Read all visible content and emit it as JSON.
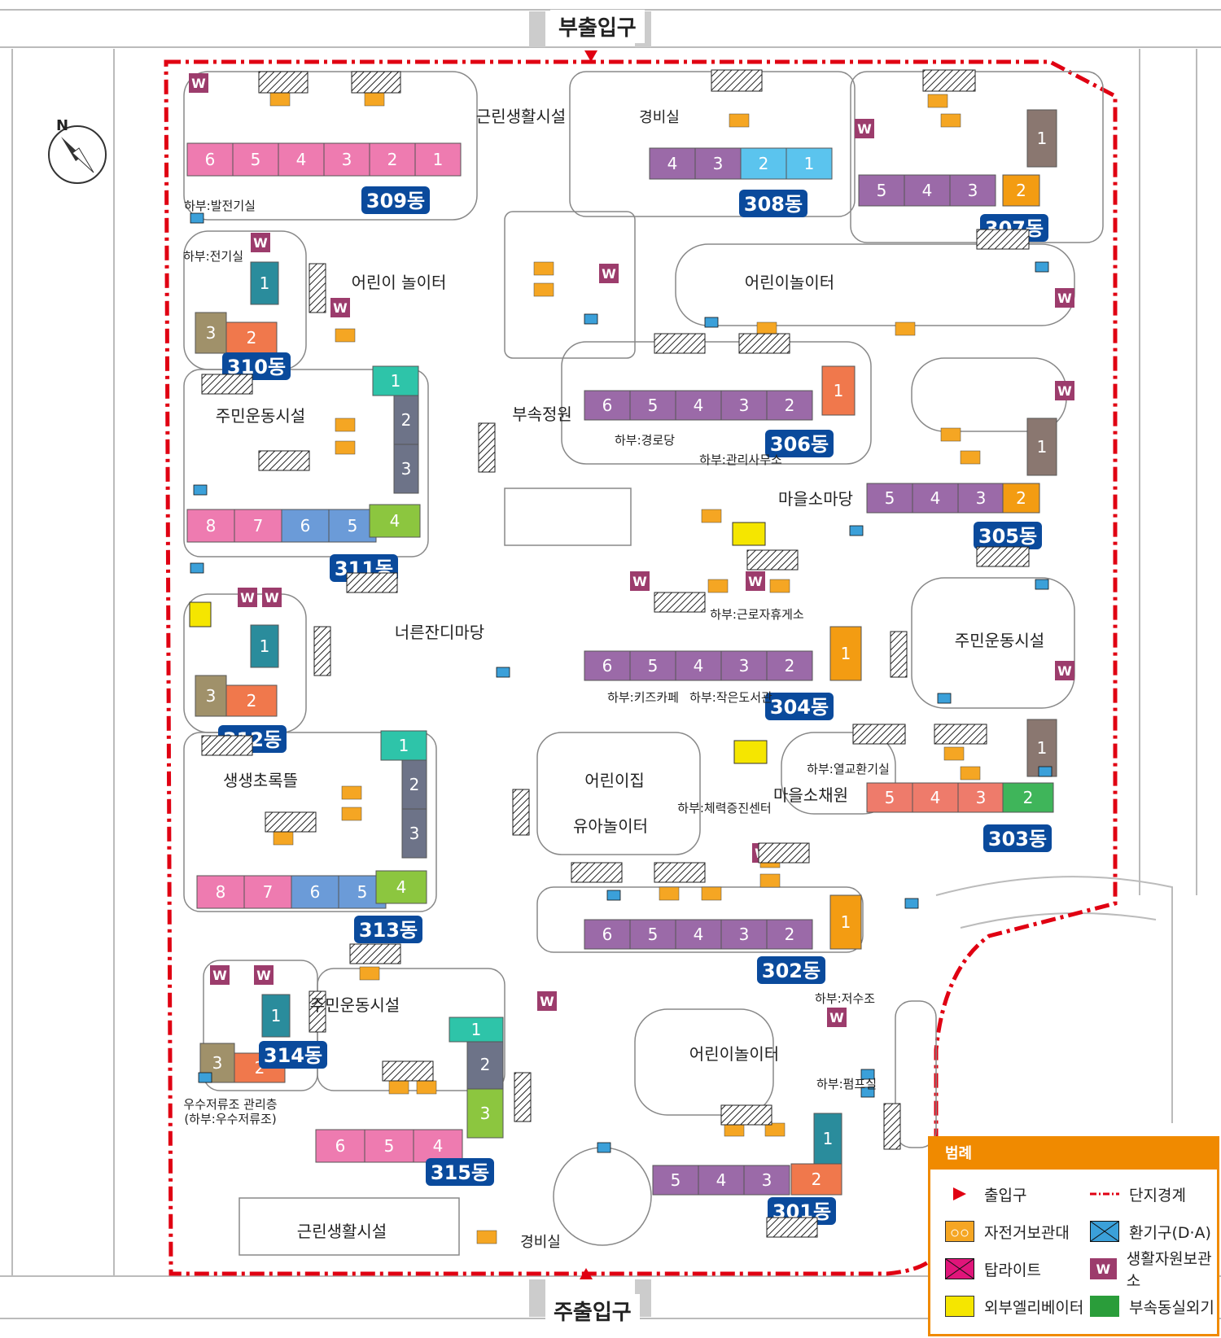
{
  "gates": {
    "north": "부출입구",
    "south": "주출입구"
  },
  "compass": "N",
  "colors": {
    "boundary": "#e00012",
    "pink": "#ee7bb0",
    "purple": "#9b6aa8",
    "blue": "#6b9bd8",
    "lightblue": "#5bc4ee",
    "teal": "#2a8c9c",
    "gray": "#6d7388",
    "olive": "#a0916a",
    "orange_unit": "#f0784c",
    "yellow_unit": "#f39c12",
    "lime": "#8cc63f",
    "mint": "#2ec4a9",
    "brown": "#8a7770",
    "salmon": "#ee7b6b",
    "green": "#3fb55a",
    "label_bg": "#0a4a9c"
  },
  "buildings": [
    {
      "name": "309동",
      "units": [
        "6",
        "5",
        "4",
        "3",
        "2",
        "1"
      ]
    },
    {
      "name": "308동",
      "units": [
        "4",
        "3",
        "2",
        "1"
      ]
    },
    {
      "name": "307동",
      "units": [
        "5",
        "4",
        "3",
        "2",
        "1"
      ]
    },
    {
      "name": "310동",
      "units": [
        "1",
        "2",
        "3"
      ]
    },
    {
      "name": "311동",
      "units": [
        "8",
        "7",
        "6",
        "5",
        "4",
        "1",
        "2",
        "3"
      ]
    },
    {
      "name": "306동",
      "units": [
        "6",
        "5",
        "4",
        "3",
        "2",
        "1"
      ]
    },
    {
      "name": "305동",
      "units": [
        "5",
        "4",
        "3",
        "2",
        "1"
      ]
    },
    {
      "name": "312동",
      "units": [
        "1",
        "2",
        "3"
      ]
    },
    {
      "name": "304동",
      "units": [
        "6",
        "5",
        "4",
        "3",
        "2",
        "1"
      ]
    },
    {
      "name": "303동",
      "units": [
        "5",
        "4",
        "3",
        "2",
        "1"
      ]
    },
    {
      "name": "313동",
      "units": [
        "8",
        "7",
        "6",
        "5",
        "4",
        "1",
        "2",
        "3"
      ]
    },
    {
      "name": "302동",
      "units": [
        "6",
        "5",
        "4",
        "3",
        "2",
        "1"
      ]
    },
    {
      "name": "314동",
      "units": [
        "1",
        "2",
        "3"
      ]
    },
    {
      "name": "315동",
      "units": [
        "6",
        "5",
        "4",
        "3",
        "2",
        "1"
      ]
    },
    {
      "name": "301동",
      "units": [
        "5",
        "4",
        "3",
        "2",
        "1"
      ]
    }
  ],
  "places": [
    "근린생활시설",
    "경비실",
    "어린이놀이터",
    "어린이 놀이터",
    "주민운동시설",
    "부속정원",
    "하부:경로당",
    "하부:관리사무소",
    "마을소마당",
    "너른잔디마당",
    "하부:근로자휴게소",
    "하부:키즈카페",
    "하부:작은도서관",
    "생생초록뜰",
    "어린이집",
    "유아놀이터",
    "하부:체력증진센터",
    "하부:열교환기실",
    "마을소채원",
    "하부:저수조",
    "하부:펌프실",
    "우수저류조 관리층",
    "(하부:우수저류조)",
    "하부:발전기실",
    "하부:전기실"
  ],
  "legend": {
    "title": "범례",
    "items": [
      {
        "label": "출입구",
        "icon": "entrance-icon"
      },
      {
        "label": "단지경계",
        "icon": "boundary-icon"
      },
      {
        "label": "자전거보관대",
        "icon": "bicycle-icon"
      },
      {
        "label": "환기구(D·A)",
        "icon": "vent-icon"
      },
      {
        "label": "탑라이트",
        "icon": "toplight-icon"
      },
      {
        "label": "생활자원보관소",
        "icon": "recycling-icon"
      },
      {
        "label": "외부엘리베이터",
        "icon": "elevator-icon"
      },
      {
        "label": "부속동실외기",
        "icon": "outdoor-unit-icon"
      }
    ],
    "w_symbol": "W"
  }
}
